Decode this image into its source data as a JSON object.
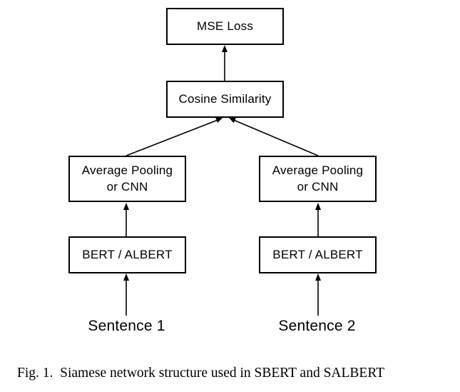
{
  "diagram": {
    "boxes": {
      "mse_loss": {
        "label": "MSE Loss"
      },
      "cosine_similarity": {
        "label": "Cosine Similarity"
      },
      "avg_pool_left": {
        "label": "Average Pooling or CNN"
      },
      "avg_pool_right": {
        "label": "Average Pooling or CNN"
      },
      "bert_left": {
        "label": "BERT / ALBERT"
      },
      "bert_right": {
        "label": "BERT / ALBERT"
      }
    },
    "inputs": {
      "sentence_1": {
        "label": "Sentence 1"
      },
      "sentence_2": {
        "label": "Sentence 2"
      }
    },
    "colors": {
      "background": "#ffffff",
      "line": "#000000",
      "text": "#000000"
    }
  },
  "caption": {
    "text": "Fig. 1.  Siamese network structure used in SBERT and SALBERT"
  }
}
